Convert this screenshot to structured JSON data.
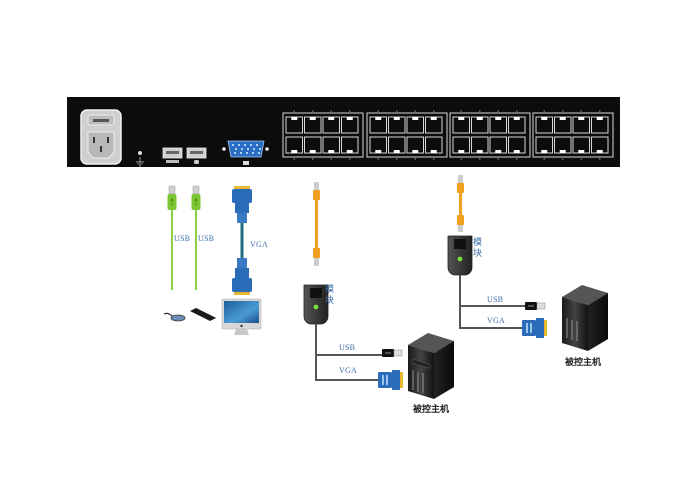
{
  "diagram": {
    "title": "KVM switch cascade connection diagram",
    "switch": {
      "rear_panel": {
        "power_inlet": "power-socket",
        "ground": "ground-terminal",
        "usb_ports": [
          "keyboard-usb-port",
          "mouse-usb-port"
        ],
        "vga_port": "console-vga-port",
        "rj45_groups": 4,
        "ports_per_group": 8,
        "total_ports": 32
      }
    },
    "console": {
      "cables": [
        {
          "type": "USB",
          "label": "USB"
        },
        {
          "type": "USB",
          "label": "USB"
        },
        {
          "type": "VGA",
          "label": "VGA"
        }
      ],
      "devices": [
        "mouse",
        "keyboard",
        "monitor"
      ]
    },
    "modules": [
      {
        "label": "模块",
        "outputs": [
          {
            "label": "USB"
          },
          {
            "label": "VGA"
          }
        ],
        "host_label": "被控主机"
      },
      {
        "label": "模块",
        "outputs": [
          {
            "label": "USB"
          },
          {
            "label": "VGA"
          }
        ],
        "host_label": "被控主机"
      }
    ],
    "colors": {
      "chassis": "#0c0c0c",
      "port_outline": "#d8d8d8",
      "usb_cable": "#7dc832",
      "vga_cable": "#2b6cb8",
      "vga_connector_gold": "#e8b830",
      "cat_cable": "#f0a020",
      "module_body": "#3a3a3a",
      "module_led": "#7de03a",
      "wire": "#555555",
      "label_text": "#3a6ea8"
    }
  }
}
